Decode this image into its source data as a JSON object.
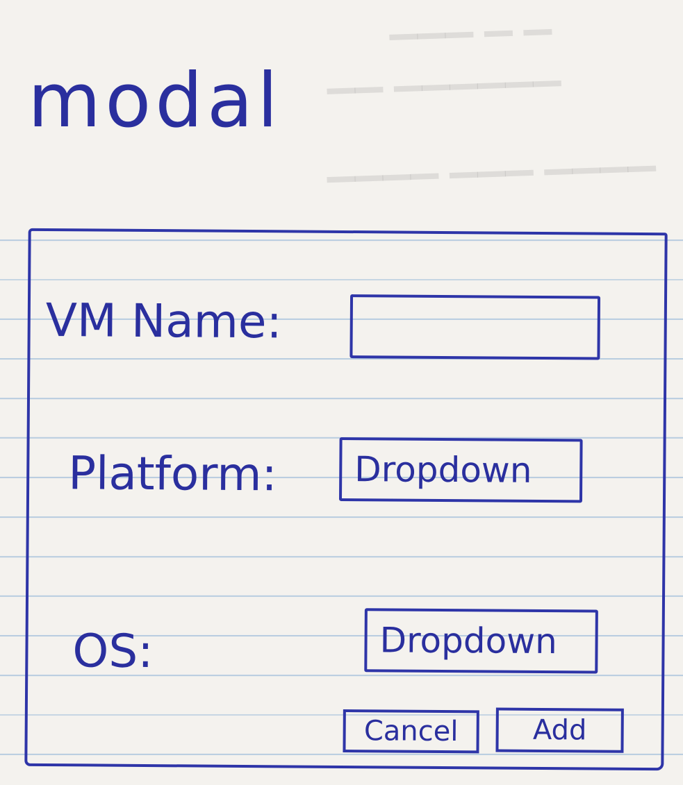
{
  "sketch": {
    "heading": "modal"
  },
  "modal": {
    "vm_name": {
      "label": "VM Name:",
      "value": ""
    },
    "platform": {
      "label": "Platform:",
      "selected": "Dropdown"
    },
    "os": {
      "label": "OS:",
      "selected": "Dropdown"
    },
    "buttons": {
      "cancel": "Cancel",
      "add": "Add"
    }
  },
  "colors": {
    "ink": "#2a2f9e",
    "paper": "#f4f2ee",
    "rule_line": "#b9cde0"
  }
}
